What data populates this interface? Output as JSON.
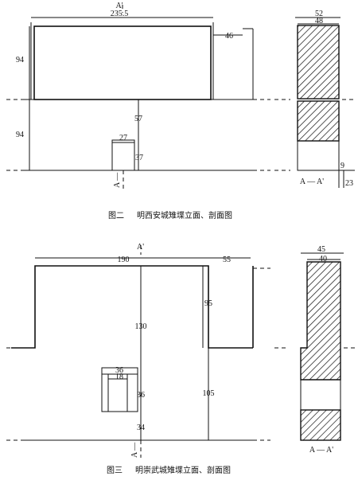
{
  "figure2": {
    "caption_label": "图二",
    "caption_title": "明西安城雉堞立面、剖面图",
    "section_label": "A — A'",
    "cut_label": "A — A'",
    "dims": {
      "top_width": "235.5",
      "right_offset": "46",
      "upper_height": "94",
      "lower_height": "94",
      "to_opening": "57",
      "opening_width": "27",
      "opening_height": "37",
      "section_outer": "52",
      "section_inner": "48",
      "base_step": "9",
      "base_height": "23"
    }
  },
  "figure3": {
    "caption_label": "图三",
    "caption_title": "明崇武城雉堞立面、剖面图",
    "section_label": "A — A'",
    "cut_label": "A — A'",
    "dims": {
      "top_width": "190",
      "right_offset": "55",
      "merlon_height": "95",
      "center_height": "130",
      "lower_height": "105",
      "opening_outer_width": "36",
      "opening_inner_width": "18",
      "opening_height": "36",
      "sill_height": "34",
      "section_outer": "45",
      "section_inner": "40"
    }
  }
}
